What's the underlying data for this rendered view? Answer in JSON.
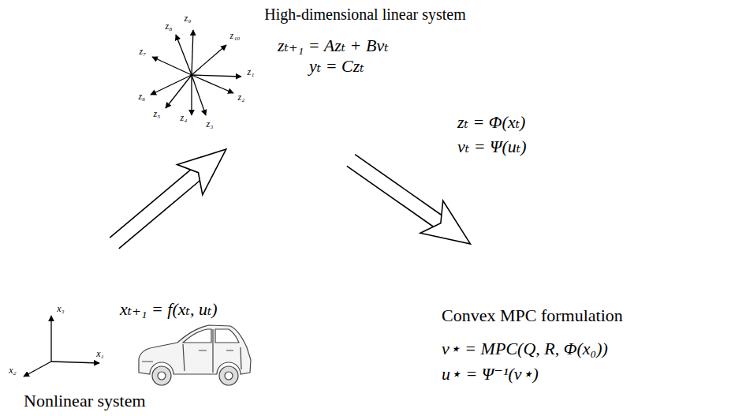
{
  "diagram": {
    "labels": [
      "High-dimensional linear system",
      "z₁",
      "z₂",
      "z₃",
      "z₄",
      "z₅",
      "z₆",
      "z₇",
      "z₈",
      "z₉",
      "z₁₀",
      "zₜ₊₁ = Azₜ + Bvₜ",
      "yₜ = Czₜ",
      "x₃",
      "x₁",
      "x₂",
      "zₜ = Φ(xₜ)",
      "vₜ = Ψ(uₜ)",
      "xₜ₊₁ = f(xₜ, uₜ)",
      "Convex MPC formulation",
      "v⋆ = MPC(Q, R, Φ(x₀))",
      "u⋆ = Ψ⁻¹(v⋆)",
      "Nonlinear system"
    ]
  }
}
